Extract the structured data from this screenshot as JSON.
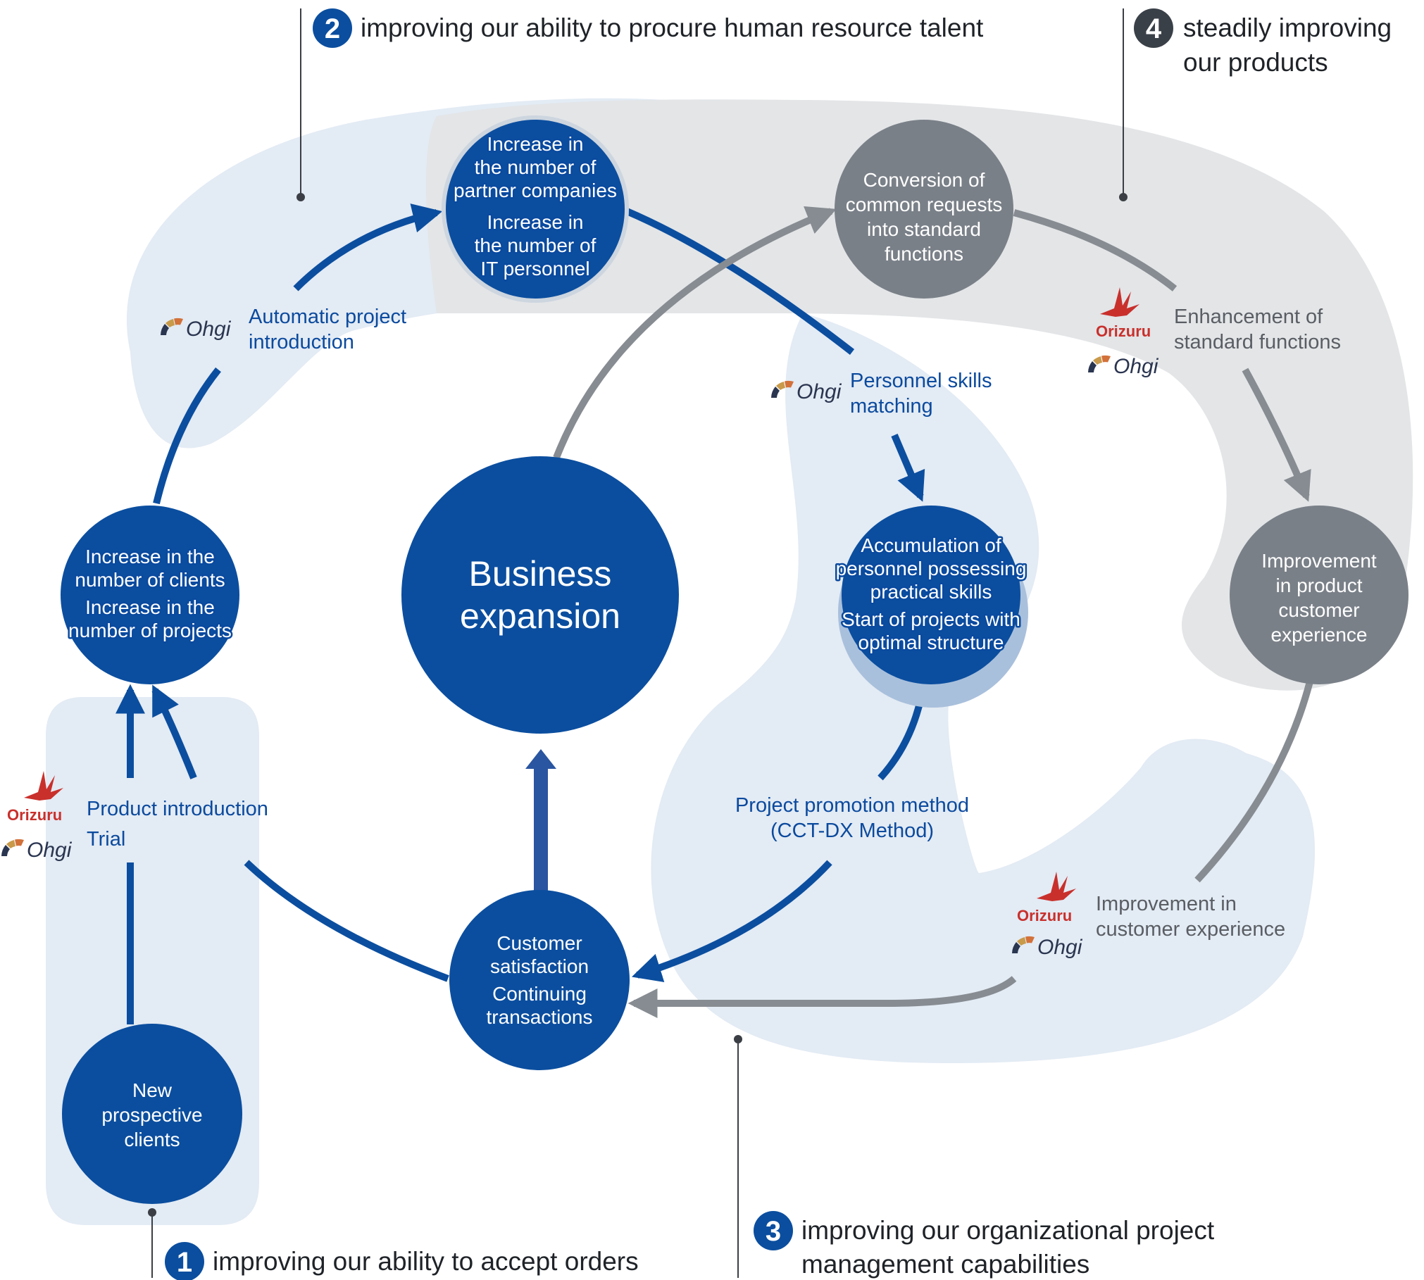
{
  "colors": {
    "blue": "#0b4e9f",
    "light_blue_band": "#e3ebf4",
    "gray_band": "#e3e5e7",
    "gray_node": "#7a8088",
    "gray_arrow": "#878c92",
    "dark_number": "#3a4048"
  },
  "headings": {
    "h1": {
      "number": "1",
      "text": "improving our ability to accept orders"
    },
    "h2": {
      "number": "2",
      "text": "improving our ability to procure human resource talent"
    },
    "h3": {
      "number": "3",
      "line1": "improving our organizational project",
      "line2": "management capabilities"
    },
    "h4": {
      "number": "4",
      "line1": "steadily improving",
      "line2": "our products"
    }
  },
  "nodes": {
    "business": {
      "line1": "Business",
      "line2": "expansion"
    },
    "partners": {
      "l1": "Increase in",
      "l2": "the number of",
      "l3": "partner companies",
      "l4": "Increase in",
      "l5": "the number of",
      "l6": "IT personnel"
    },
    "conversion": {
      "l1": "Conversion of",
      "l2": "common requests",
      "l3": "into standard",
      "l4": "functions"
    },
    "clients": {
      "l1": "Increase in the",
      "l2": "number of clients",
      "l3": "Increase in the",
      "l4": "number of projects"
    },
    "accumulation": {
      "l1": "Accumulation of",
      "l2": "personnel possessing",
      "l3": "practical skills",
      "l4": "Start of projects with",
      "l5": "optimal structure"
    },
    "improvement": {
      "l1": "Improvement",
      "l2": "in product",
      "l3": "customer",
      "l4": "experience"
    },
    "customer": {
      "l1": "Customer",
      "l2": "satisfaction",
      "l3": "Continuing",
      "l4": "transactions"
    },
    "prospective": {
      "l1": "New",
      "l2": "prospective",
      "l3": "clients"
    }
  },
  "labels": {
    "auto_intro": {
      "l1": "Automatic project",
      "l2": "introduction"
    },
    "skills": {
      "l1": "Personnel skills",
      "l2": "matching"
    },
    "enhancement": {
      "l1": "Enhancement of",
      "l2": "standard functions"
    },
    "product_intro": {
      "l1": "Product introduction",
      "l2": "Trial"
    },
    "promotion": {
      "l1": "Project promotion method",
      "l2": "(CCT-DX Method)"
    },
    "cx": {
      "l1": "Improvement in",
      "l2": "customer experience"
    }
  },
  "logos": {
    "ohgi": "Ohgi",
    "orizuru": "Orizuru"
  }
}
